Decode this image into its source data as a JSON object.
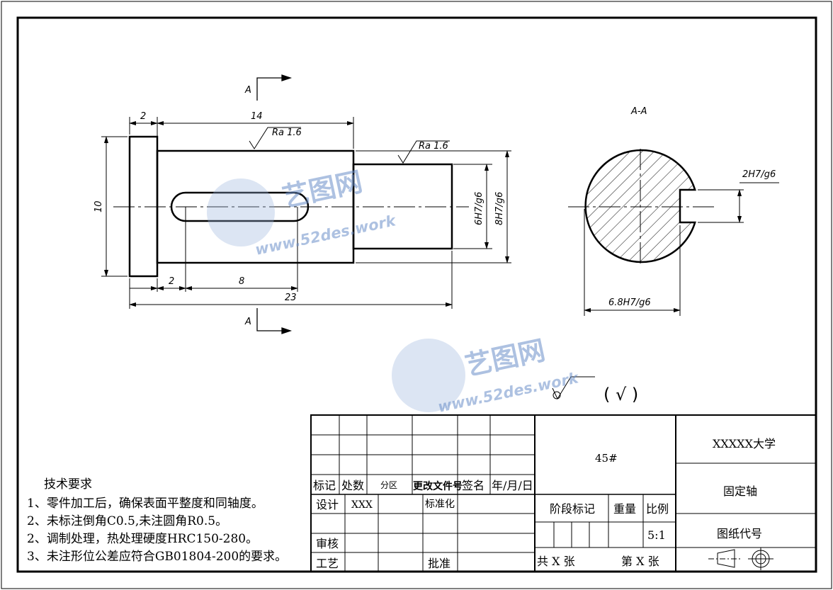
{
  "drawing": {
    "section_marks": {
      "top": "A",
      "bottom": "A"
    },
    "section_title": "A-A",
    "dims": {
      "d_2_top": "2",
      "d_14": "14",
      "d_10": "10",
      "d_2_bottom": "2",
      "d_8": "8",
      "d_23": "23",
      "d_6h7": "6H7/g6",
      "d_8h7": "8H7/g6",
      "d_2h7": "2H7/g6",
      "d_68h7": "6.8H7/g6"
    },
    "roughness": {
      "r1": "Ra 1.6",
      "r2": "Ra 1.6"
    },
    "general_roughness": "( √ )"
  },
  "watermark": {
    "cn": "艺图网",
    "url": "www.52des.work"
  },
  "notes": {
    "title": "技术要求",
    "items": [
      "1、零件加工后，确保表面平整度和同轴度。",
      "2、未标注倒角C0.5,未注圆角R0.5。",
      "2、调制处理，热处理硬度HRC150-280。",
      "3、未注形位公差应符合GB01804-200的要求。"
    ]
  },
  "title_block": {
    "material": "45#",
    "university": "XXXXX大学",
    "part_name": "固定轴",
    "drawing_code": "图纸代号",
    "header": [
      "标记",
      "处数",
      "分区",
      "更改文件号",
      "签名",
      "年/月/日"
    ],
    "design": "设计",
    "designer": "XXX",
    "standard": "标准化",
    "review": "审核",
    "process": "工艺",
    "approve": "批准",
    "stage": "阶段标记",
    "weight": "重量",
    "scale_label": "比例",
    "scale": "5:1",
    "total_sheets": "共 X 张",
    "sheet_no": "第 X 张"
  }
}
